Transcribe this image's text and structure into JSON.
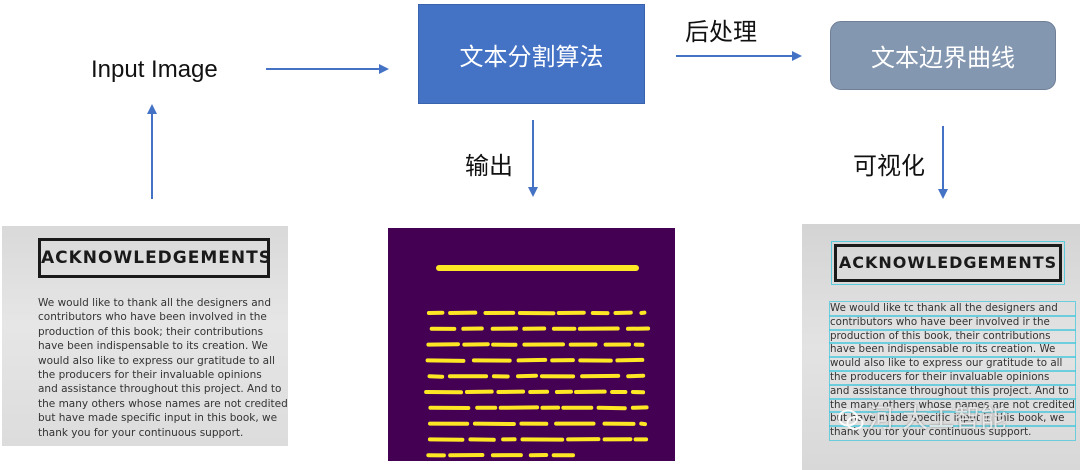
{
  "diagram": {
    "input_label": "Input Image",
    "segmentation_box": "文本分割算法",
    "postprocess_label": "后处理",
    "boundary_box": "文本边界曲线",
    "output_label": "输出",
    "visualize_label": "可视化"
  },
  "left_photo": {
    "title": "ACKNOWLEDGEMENTS",
    "lines": [
      "We would like to thank all the designers and",
      "contributors who have been involved in the",
      "production of this book; their contributions",
      "have been indispensable to its creation. We",
      "would also like to express our gratitude to all",
      "the producers for their invaluable opinions",
      "and assistance throughout this project. And to",
      "the many others whose names are not credited",
      "but have made specific input in this book, we",
      "thank you for your continuous support."
    ]
  },
  "right_photo": {
    "title": "ACKNOWLEDGEMENTS",
    "lines": [
      "We would like tc thank all the designers and",
      "contributors who have beer involved ir the",
      "production of this book, their contributions",
      "have been indispensable ro its creation. We",
      "would also like to express our gratitude to all",
      "the producers for their invaluable opinions",
      "and assistance throughout this project. And to",
      "the many others whose names are not credited",
      "but have made specific input in this book, we",
      "thank you for your continuous support."
    ]
  },
  "watermark": "河 大工智能",
  "colors": {
    "segmentation_box": "#4472c4",
    "boundary_box": "#8497b0",
    "arrow": "#4472c4",
    "mask_background": "#440154",
    "mask_text": "#fde725",
    "boundary_outline": "#46c8dc"
  }
}
